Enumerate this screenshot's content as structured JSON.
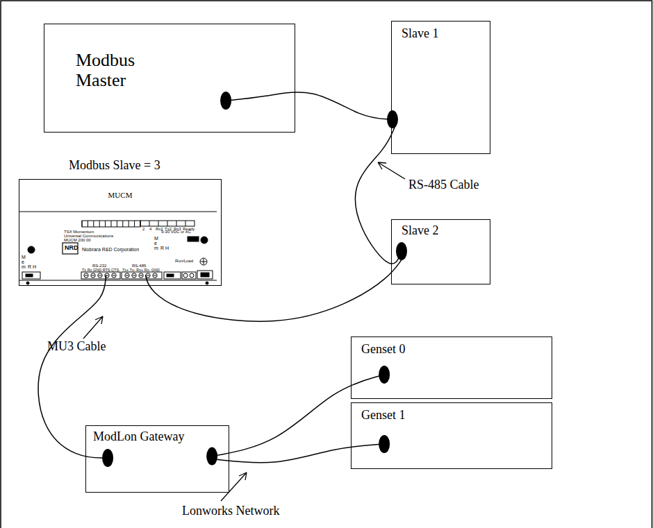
{
  "diagram": {
    "nodes": [
      {
        "text": [
          "Modbus Master"
        ]
      },
      {
        "text": [
          "Slave 1"
        ]
      },
      {
        "text": [
          "Slave 2"
        ]
      },
      {
        "text": [
          "Modbus Slave = 3",
          "MUCM"
        ]
      },
      {
        "text": [
          "ModLon Gateway"
        ]
      },
      {
        "text": [
          "Genset 0"
        ]
      },
      {
        "text": [
          "Genset 1"
        ]
      }
    ],
    "edges": [
      {
        "from": 0,
        "to": 1,
        "arrow": "none"
      },
      {
        "from": 1,
        "to": 2,
        "arrow": "none"
      },
      {
        "from": 2,
        "to": 3,
        "arrow": "none"
      },
      {
        "from": 3,
        "to": 4,
        "arrow": "none"
      },
      {
        "from": 4,
        "to": 5,
        "arrow": "none"
      },
      {
        "from": 4,
        "to": 6,
        "arrow": "none"
      }
    ],
    "labels": [
      "RS-485 Cable",
      "MU3 Cable",
      "Lonworks Network",
      "TSX Momentum",
      "Universal Communications",
      "MUCM 200 00",
      "NRD",
      "Niobrara R&D Corporation",
      "9-30 VDC or AC",
      "2",
      "4",
      "Rx2",
      "Tx2",
      "Rx3",
      "Ready",
      "M e m",
      "R H",
      "RS-232",
      "RS-485",
      "M e m",
      "R H",
      "Run/Load",
      "Tx Rx GND RTS CTS",
      "Tx+ Tx- Rx+ Rx- GND"
    ]
  }
}
